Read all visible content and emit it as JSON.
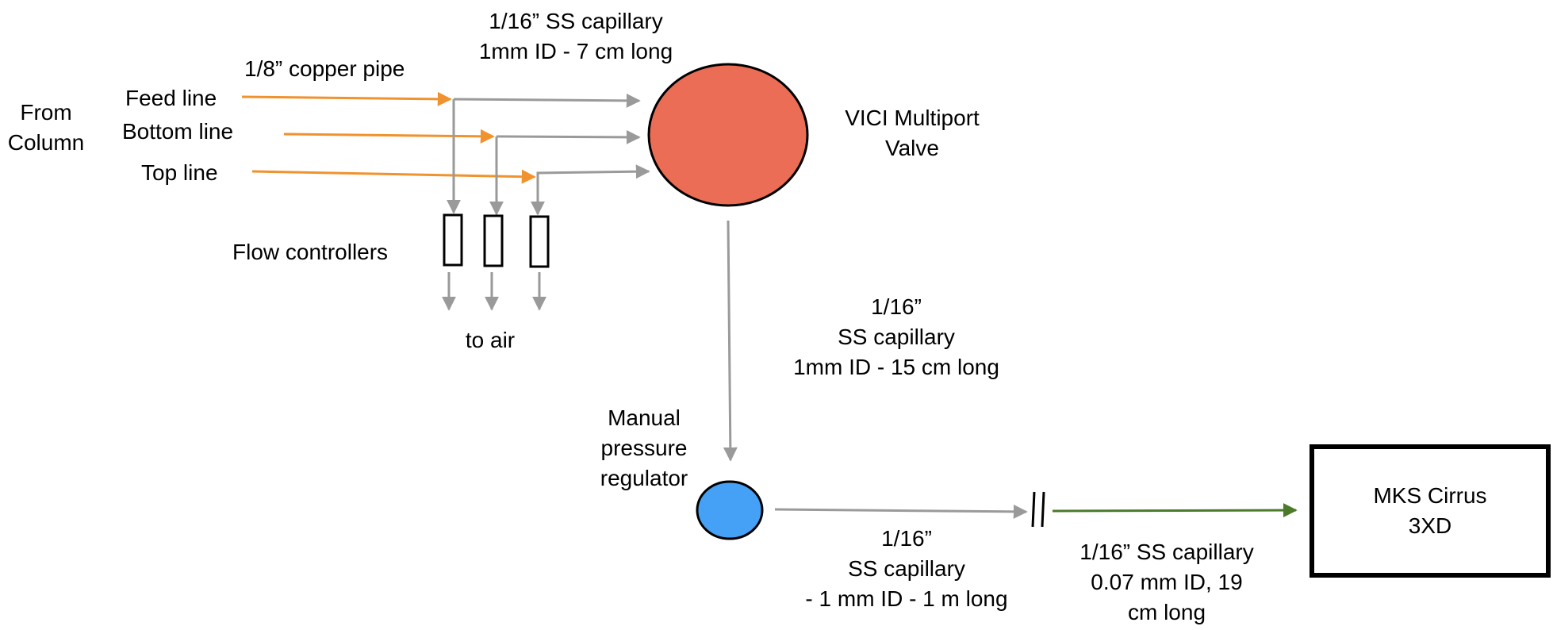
{
  "labels": {
    "from_column": [
      "From",
      "Column"
    ],
    "feed_line": "Feed line",
    "bottom_line": "Bottom line",
    "top_line": "Top line",
    "copper_pipe": "1/8” copper pipe",
    "capillary_top": [
      "1/16” SS capillary",
      "1mm ID - 7 cm long"
    ],
    "valve": [
      "VICI Multiport",
      "Valve"
    ],
    "flow_controllers": "Flow controllers",
    "to_air": "to air",
    "capillary_mid": [
      "1/16”",
      "SS capillary",
      "1mm ID - 15 cm long"
    ],
    "regulator": [
      "Manual",
      "pressure",
      "regulator"
    ],
    "capillary_bottom": [
      "1/16”",
      "SS capillary",
      "- 1 mm ID - 1 m long"
    ],
    "capillary_fine": [
      "1/16” SS capillary",
      "0.07 mm ID, 19",
      "cm long"
    ],
    "analyzer": [
      "MKS Cirrus",
      "3XD"
    ]
  },
  "colors": {
    "copper_line": "#f0922e",
    "capillary_line": "#9a9a9a",
    "fine_capillary_line": "#4a7a2a",
    "valve_fill": "#ec6d55",
    "regulator_fill": "#45a1f5",
    "outline": "#000000"
  }
}
